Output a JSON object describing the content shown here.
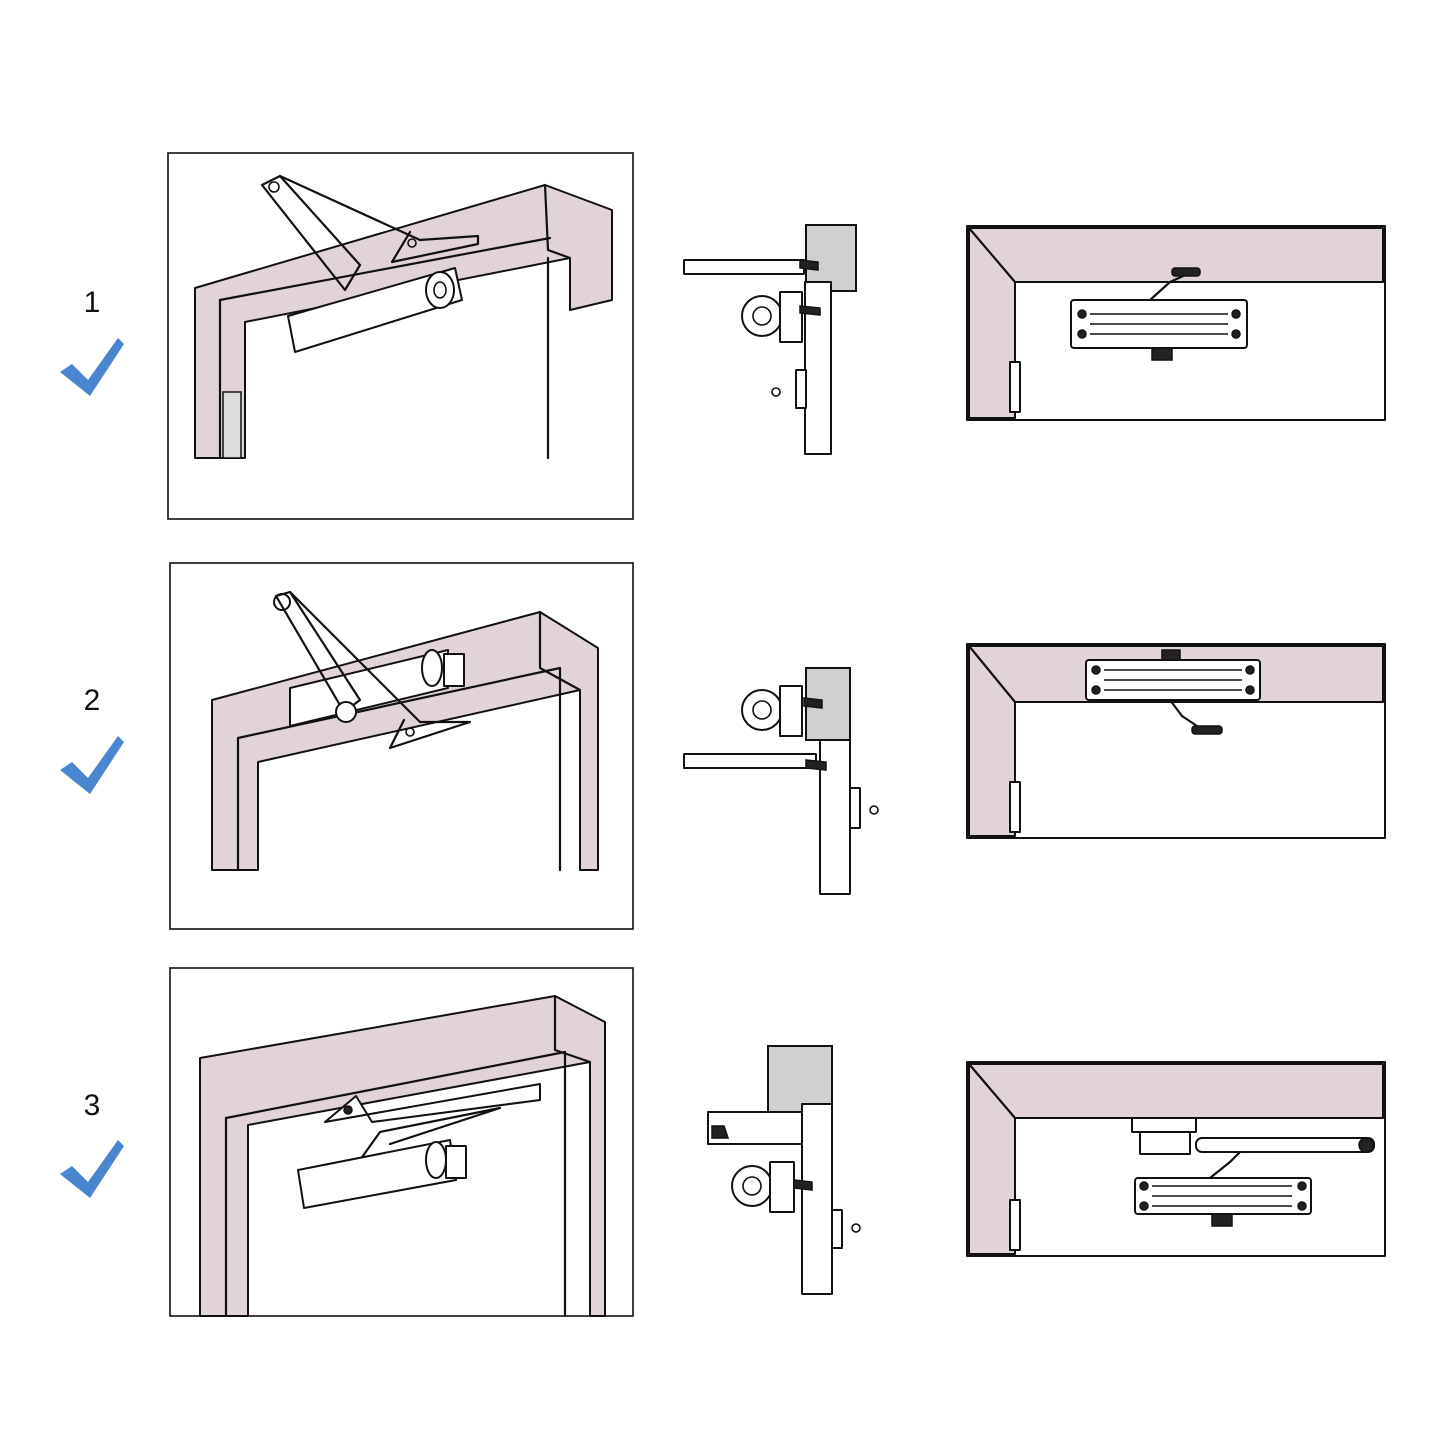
{
  "colors": {
    "frame_pink": "#e2d3d6",
    "block_grey": "#d0d0d0",
    "check_blue": "#4a86d0"
  },
  "rows": [
    {
      "number": "1",
      "check_icon": "check-mark-icon",
      "method": "standard-mount-push-side"
    },
    {
      "number": "2",
      "check_icon": "check-mark-icon",
      "method": "top-jamb-mount"
    },
    {
      "number": "3",
      "check_icon": "check-mark-icon",
      "method": "parallel-arm-mount"
    }
  ]
}
